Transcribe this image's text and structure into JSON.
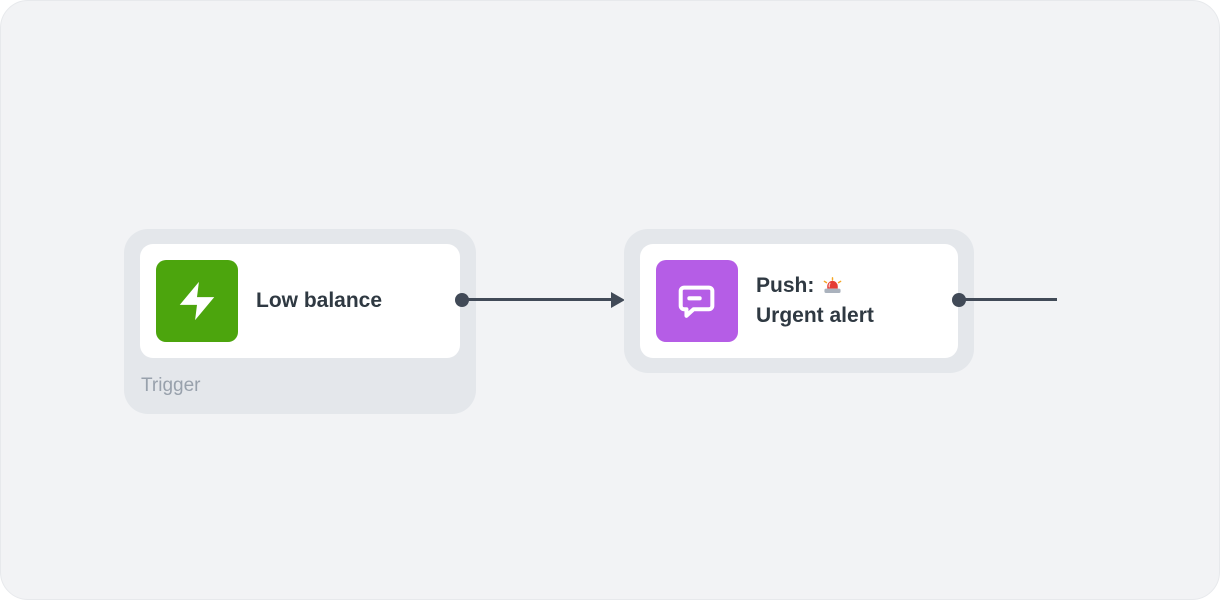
{
  "canvas": {
    "background": "#F2F3F5"
  },
  "nodes": {
    "trigger": {
      "title": "Low balance",
      "type_label": "Trigger",
      "icon": "lightning-bolt-icon",
      "icon_bg": "#4CA50D"
    },
    "action": {
      "title_line1": "Push:",
      "title_emoji": "🚨",
      "title_line2": "Urgent alert",
      "icon": "chat-message-icon",
      "icon_bg": "#B55DE6"
    }
  },
  "edges": {
    "color": "#414A57"
  },
  "colors": {
    "node_shell": "#E4E7EB",
    "card_bg": "#FFFFFF",
    "title_text": "#2F3942",
    "type_label_text": "#98A1AC"
  }
}
